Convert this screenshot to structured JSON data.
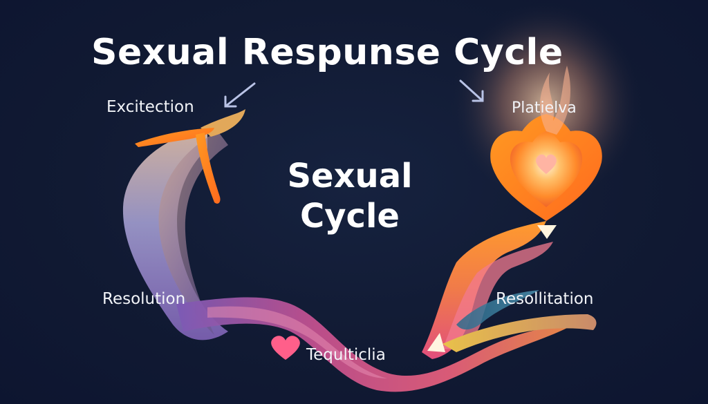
{
  "title": "Sexual Respunse Cycle",
  "center": {
    "line1": "Sexual",
    "line2": "Cycle"
  },
  "stages": {
    "top_left": "Excitection",
    "top_right": "Platielva",
    "left": "Resolution",
    "right": "Resollitation",
    "bottom": "Tequlticlia"
  },
  "colors": {
    "background": "#111a33",
    "text": "#ffffff",
    "arrow": "#b9c3e6",
    "flame": "#ff8a2a",
    "heart": "#ff5f8a"
  }
}
